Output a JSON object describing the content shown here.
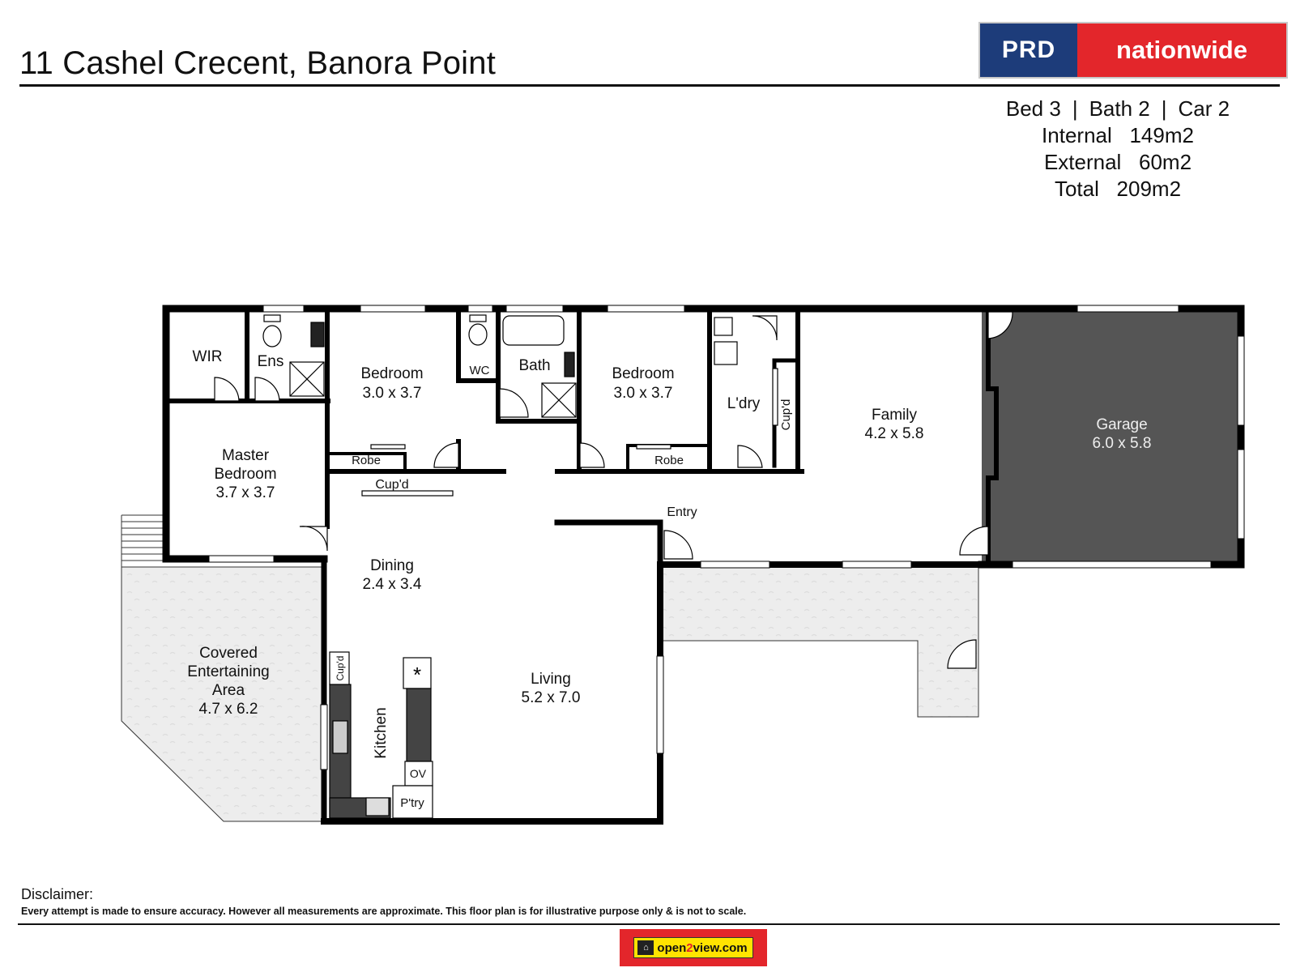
{
  "header": {
    "title": "11 Cashel Crecent, Banora Point",
    "logo": {
      "left": "PRD",
      "right": "nationwide",
      "left_color": "#1d3c7a",
      "right_color": "#e3262b"
    }
  },
  "stats": {
    "bed": "Bed 3",
    "bath": "Bath 2",
    "car": "Car 2",
    "separator": "|",
    "internal": "Internal   149m2",
    "external": "External   60m2",
    "total": "Total   209m2"
  },
  "rooms": {
    "wir": "WIR",
    "ens": "Ens",
    "bedroom_1": {
      "name": "Bedroom",
      "size": "3.0 x 3.7"
    },
    "wc": "WC",
    "bath": "Bath",
    "bedroom_2": {
      "name": "Bedroom",
      "size": "3.0 x 3.7"
    },
    "laundry": "L'dry",
    "laundry_cupboard": "Cup'd",
    "family": {
      "name": "Family",
      "size": "4.2 x 5.8"
    },
    "garage": {
      "name": "Garage",
      "size": "6.0 x 5.8"
    },
    "master": {
      "line1": "Master",
      "line2": "Bedroom",
      "size": "3.7 x 3.7"
    },
    "robe_1": "Robe",
    "robe_2": "Robe",
    "hall_cupboard": "Cup'd",
    "entry": "Entry",
    "dining": {
      "name": "Dining",
      "size": "2.4 x 3.4"
    },
    "living": {
      "name": "Living",
      "size": "5.2 x 7.0"
    },
    "kitchen": "Kitchen",
    "kitchen_cupboard": "Cup'd",
    "oven": "OV",
    "pantry": "P'try",
    "covered": {
      "line1": "Covered",
      "line2": "Entertaining",
      "line3": "Area",
      "size": "4.7 x 6.2"
    }
  },
  "colors": {
    "wall": "#000000",
    "garage_fill": "#555555",
    "outdoor_fill": "#ececec",
    "kitchen_bench": "#444444"
  },
  "footer": {
    "disclaimer_title": "Disclaimer:",
    "disclaimer_text": "Every attempt is made to ensure accuracy. However all measurements are approximate. This floor plan is for illustrative purpose only & is not to scale.",
    "badge_pre": "open",
    "badge_two": "2",
    "badge_post": "view.com"
  }
}
